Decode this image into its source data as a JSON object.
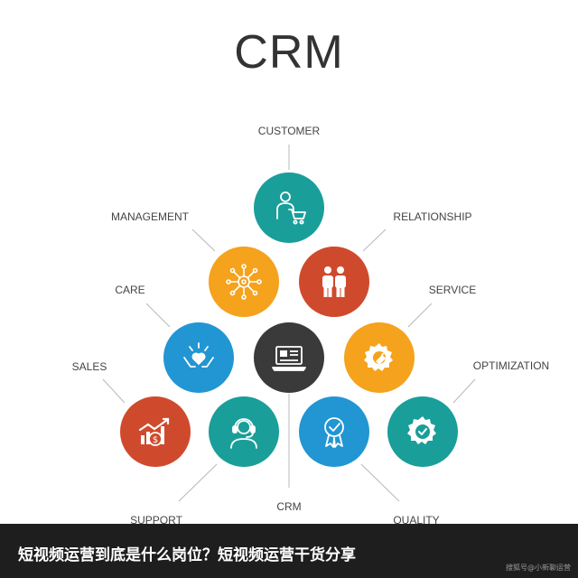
{
  "title": "CRM",
  "labels": {
    "customer": "CUSTOMER",
    "management": "MANAGEMENT",
    "relationship": "RELATIONSHIP",
    "care": "CARE",
    "service": "SERVICE",
    "sales": "SALES",
    "optimization": "OPTIMIZATION",
    "crm": "CRM",
    "support": "SUPPORT",
    "quality": "QUALITY"
  },
  "colors": {
    "teal": "#1a9e9a",
    "orange": "#f5a21c",
    "red": "#cf4a2c",
    "blue": "#2196d3",
    "dark": "#3a3a3a"
  },
  "icons": {
    "customer": "customer-cart-icon",
    "management": "network-gear-icon",
    "relationship": "two-people-icon",
    "care": "heart-hands-icon",
    "crm": "laptop-icon",
    "service": "gear-wrench-icon",
    "sales": "sales-chart-icon",
    "support": "headset-agent-icon",
    "quality": "badge-check-icon",
    "optimization": "gear-check-icon"
  },
  "caption": "短视频运营到底是什么岗位？短视频运营干货分享",
  "watermark": "搜狐号@小新聊运营"
}
